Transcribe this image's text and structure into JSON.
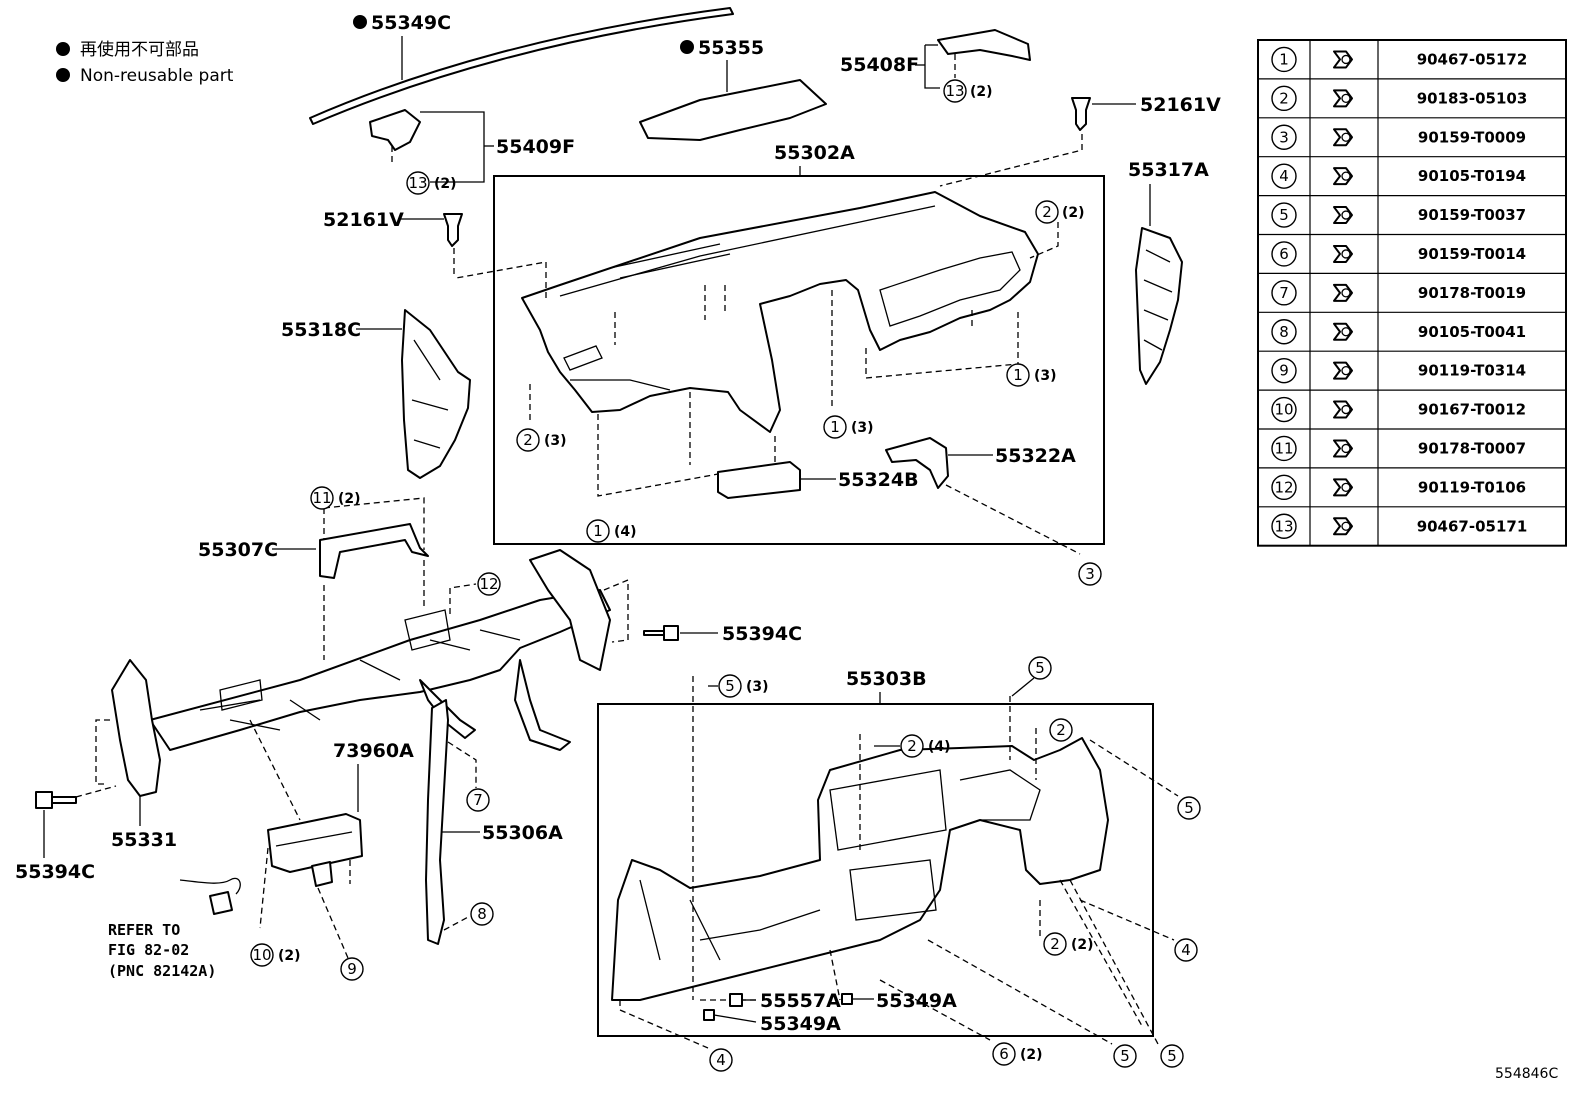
{
  "legend": {
    "line_cn": "再使用不可部品",
    "line_en": "Non-reusable part"
  },
  "figure_id": "554846C",
  "refer_note": [
    "REFER TO",
    "FIG 82-02",
    "(PNC 82142A)"
  ],
  "part_labels": {
    "p55349C": "55349C",
    "p55355": "55355",
    "p55408F": "55408F",
    "p52161V_top": "52161V",
    "p55409F": "55409F",
    "p55302A": "55302A",
    "p55317A": "55317A",
    "p52161V_left": "52161V",
    "p55318C": "55318C",
    "p55322A": "55322A",
    "p55324B": "55324B",
    "p55307C": "55307C",
    "p55394C_right": "55394C",
    "p73960A": "73960A",
    "p55331": "55331",
    "p55394C_left": "55394C",
    "p55306A": "55306A",
    "p55303B": "55303B",
    "p55557A": "55557A",
    "p55349A_right": "55349A",
    "p55349A_bottom": "55349A"
  },
  "callouts": {
    "c13_a": {
      "num": "13",
      "qty": "(2)"
    },
    "c13_b": {
      "num": "13",
      "qty": "(2)"
    },
    "c2_top": {
      "num": "2",
      "qty": "(2)"
    },
    "c1_right": {
      "num": "1",
      "qty": "(3)"
    },
    "c2_left": {
      "num": "2",
      "qty": "(3)"
    },
    "c1_mid": {
      "num": "1",
      "qty": "(3)"
    },
    "c1_low": {
      "num": "1",
      "qty": "(4)"
    },
    "c3": {
      "num": "3",
      "qty": ""
    },
    "c11": {
      "num": "11",
      "qty": "(2)"
    },
    "c12": {
      "num": "12",
      "qty": ""
    },
    "c5_a": {
      "num": "5",
      "qty": "(3)"
    },
    "c5_b": {
      "num": "5",
      "qty": ""
    },
    "c2_c": {
      "num": "2",
      "qty": ""
    },
    "c2_d": {
      "num": "2",
      "qty": "(4)"
    },
    "c5_c": {
      "num": "5",
      "qty": ""
    },
    "c7": {
      "num": "7",
      "qty": ""
    },
    "c8": {
      "num": "8",
      "qty": ""
    },
    "c10": {
      "num": "10",
      "qty": "(2)"
    },
    "c9": {
      "num": "9",
      "qty": ""
    },
    "c2_e": {
      "num": "2",
      "qty": "(2)"
    },
    "c4_a": {
      "num": "4",
      "qty": ""
    },
    "c4_b": {
      "num": "4",
      "qty": ""
    },
    "c6": {
      "num": "6",
      "qty": "(2)"
    },
    "c5_d": {
      "num": "5",
      "qty": ""
    },
    "c5_e": {
      "num": "5",
      "qty": ""
    }
  },
  "fastener_table": {
    "rows": [
      {
        "n": "1",
        "part": "90467-05172"
      },
      {
        "n": "2",
        "part": "90183-05103"
      },
      {
        "n": "3",
        "part": "90159-T0009"
      },
      {
        "n": "4",
        "part": "90105-T0194"
      },
      {
        "n": "5",
        "part": "90159-T0037"
      },
      {
        "n": "6",
        "part": "90159-T0014"
      },
      {
        "n": "7",
        "part": "90178-T0019"
      },
      {
        "n": "8",
        "part": "90105-T0041"
      },
      {
        "n": "9",
        "part": "90119-T0314"
      },
      {
        "n": "10",
        "part": "90167-T0012"
      },
      {
        "n": "11",
        "part": "90178-T0007"
      },
      {
        "n": "12",
        "part": "90119-T0106"
      },
      {
        "n": "13",
        "part": "90467-05171"
      }
    ]
  }
}
